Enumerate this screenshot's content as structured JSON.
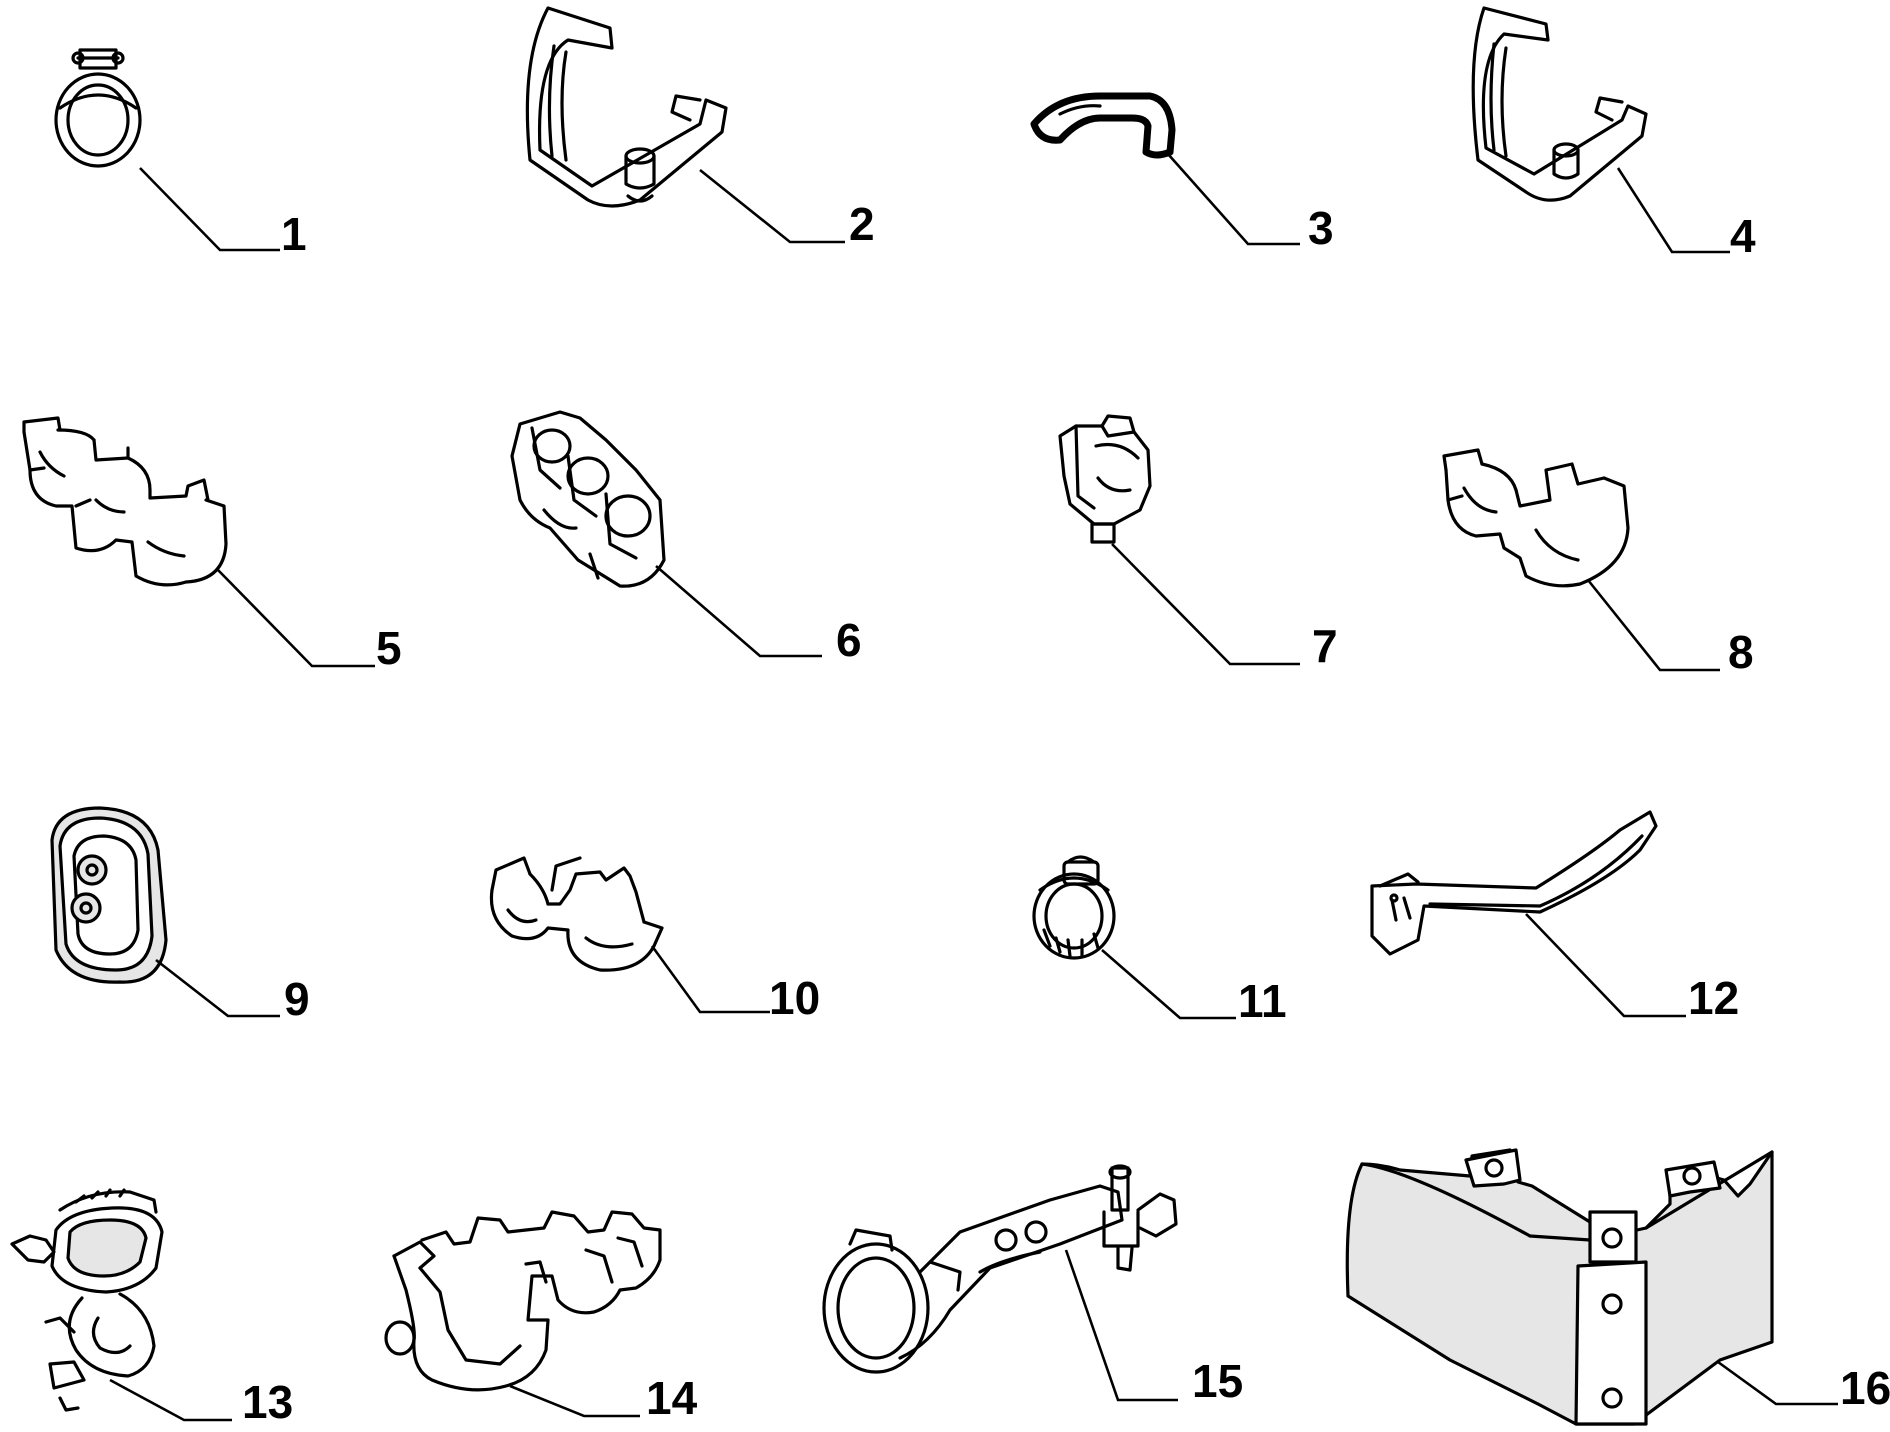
{
  "diagram": {
    "type": "exploded-parts-catalog",
    "parts": [
      {
        "label": "1",
        "icon": "hose-clamp-icon"
      },
      {
        "label": "2",
        "icon": "bracket-clip-icon"
      },
      {
        "label": "3",
        "icon": "hook-clip-icon"
      },
      {
        "label": "4",
        "icon": "bracket-clip-icon"
      },
      {
        "label": "5",
        "icon": "triple-pipe-clip-icon"
      },
      {
        "label": "6",
        "icon": "triple-pipe-clip-icon"
      },
      {
        "label": "7",
        "icon": "push-clip-icon"
      },
      {
        "label": "8",
        "icon": "double-pipe-clip-icon"
      },
      {
        "label": "9",
        "icon": "grommet-icon"
      },
      {
        "label": "10",
        "icon": "double-pipe-clip-icon"
      },
      {
        "label": "11",
        "icon": "worm-clamp-icon"
      },
      {
        "label": "12",
        "icon": "cable-tie-icon"
      },
      {
        "label": "13",
        "icon": "double-clip-icon"
      },
      {
        "label": "14",
        "icon": "triple-pipe-clip-icon"
      },
      {
        "label": "15",
        "icon": "clip-bracket-icon"
      },
      {
        "label": "16",
        "icon": "corner-plate-icon"
      }
    ]
  }
}
